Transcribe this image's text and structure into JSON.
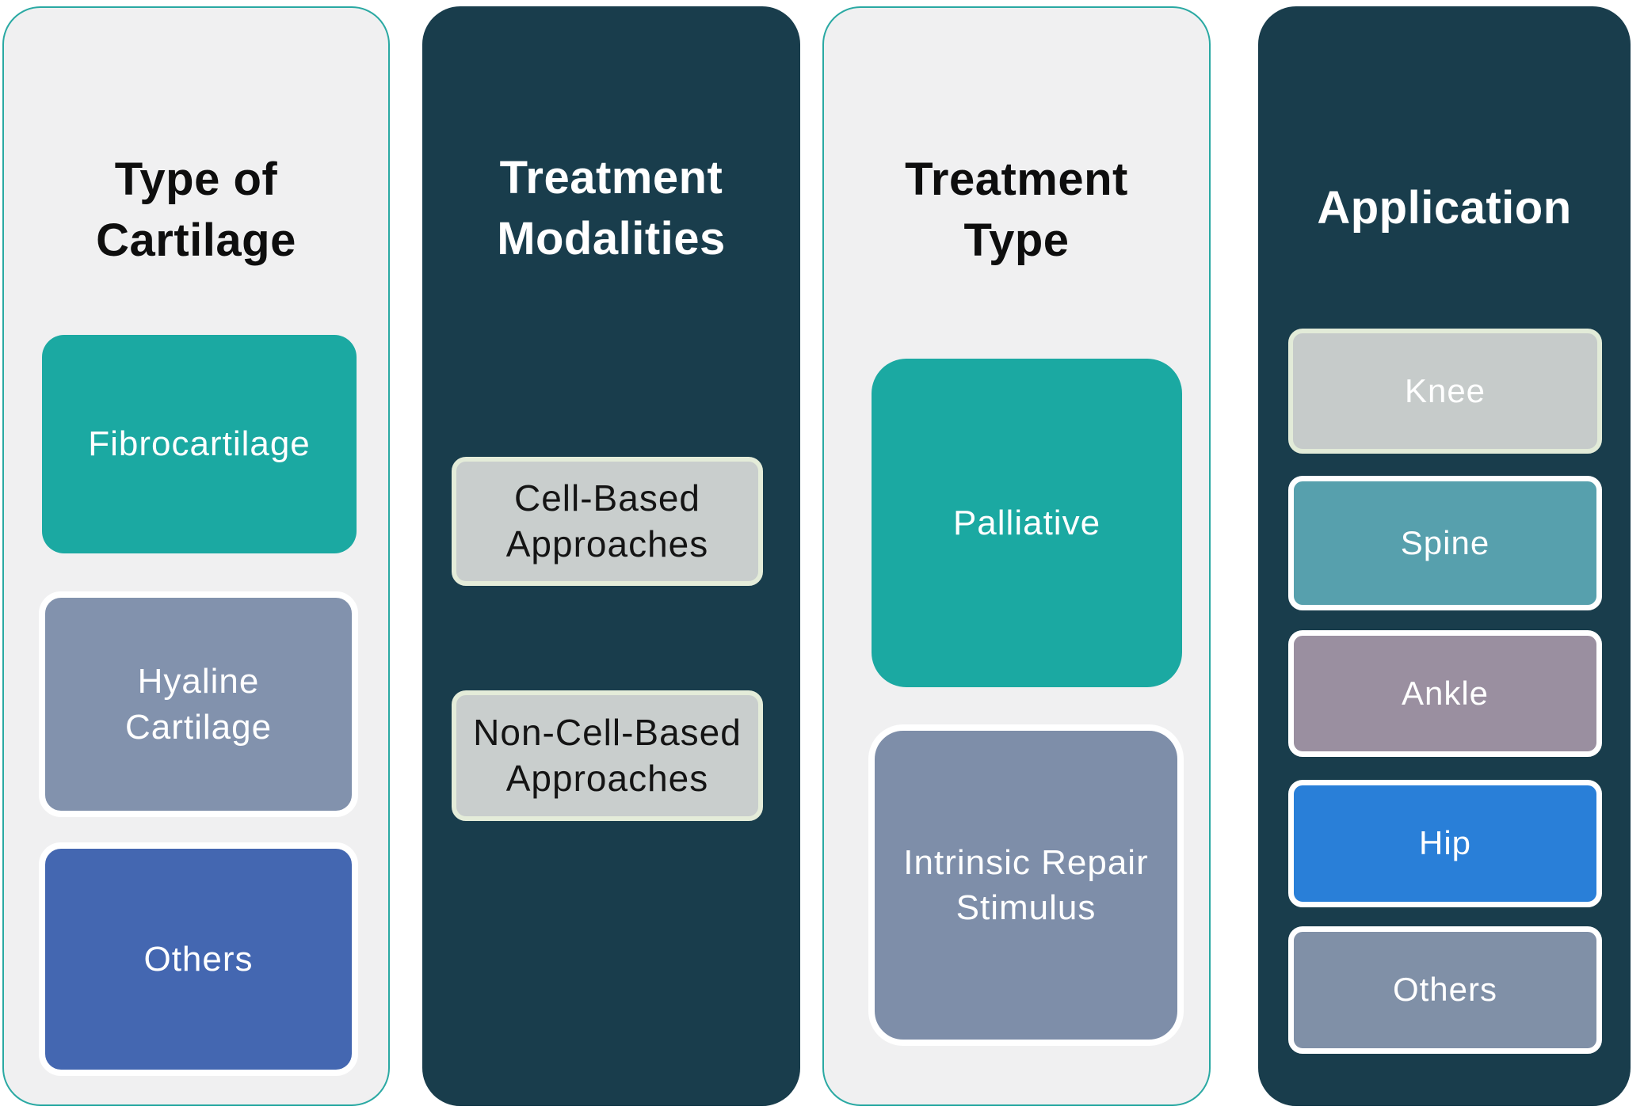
{
  "diagram": {
    "columns": [
      {
        "title": "Type of\nCartilage",
        "theme": "light",
        "items": [
          {
            "label": "Fibrocartilage",
            "color": "#1ba9a2",
            "text_color": "#ffffff"
          },
          {
            "label": "Hyaline\nCartilage",
            "color": "#8292ad",
            "text_color": "#ffffff"
          },
          {
            "label": "Others",
            "color": "#4467b1",
            "text_color": "#ffffff"
          }
        ]
      },
      {
        "title": "Treatment\nModalities",
        "theme": "dark",
        "items": [
          {
            "label": "Cell-Based\nApproaches",
            "color": "#c9cecd",
            "text_color": "#141414"
          },
          {
            "label": "Non-Cell-Based\nApproaches",
            "color": "#c9cecd",
            "text_color": "#141414"
          }
        ]
      },
      {
        "title": "Treatment\nType",
        "theme": "light",
        "items": [
          {
            "label": "Palliative",
            "color": "#1ba9a2",
            "text_color": "#ffffff"
          },
          {
            "label": "Intrinsic Repair\nStimulus",
            "color": "#7e8ea9",
            "text_color": "#ffffff"
          }
        ]
      },
      {
        "title": "Application",
        "theme": "dark",
        "items": [
          {
            "label": "Knee",
            "color": "#c6cbca",
            "text_color": "#ffffff"
          },
          {
            "label": "Spine",
            "color": "#57a0ad",
            "text_color": "#ffffff"
          },
          {
            "label": "Ankle",
            "color": "#9a8fa0",
            "text_color": "#ffffff"
          },
          {
            "label": "Hip",
            "color": "#297fd8",
            "text_color": "#ffffff"
          },
          {
            "label": "Others",
            "color": "#8090a7",
            "text_color": "#ffffff"
          }
        ]
      }
    ],
    "palette": {
      "light_column_bg": "#f0f0f1",
      "light_column_border": "#2aa9a3",
      "dark_column_bg": "#193d4c",
      "pale_box_border": "#e4ecd9",
      "white_box_border": "#ffffff"
    }
  }
}
